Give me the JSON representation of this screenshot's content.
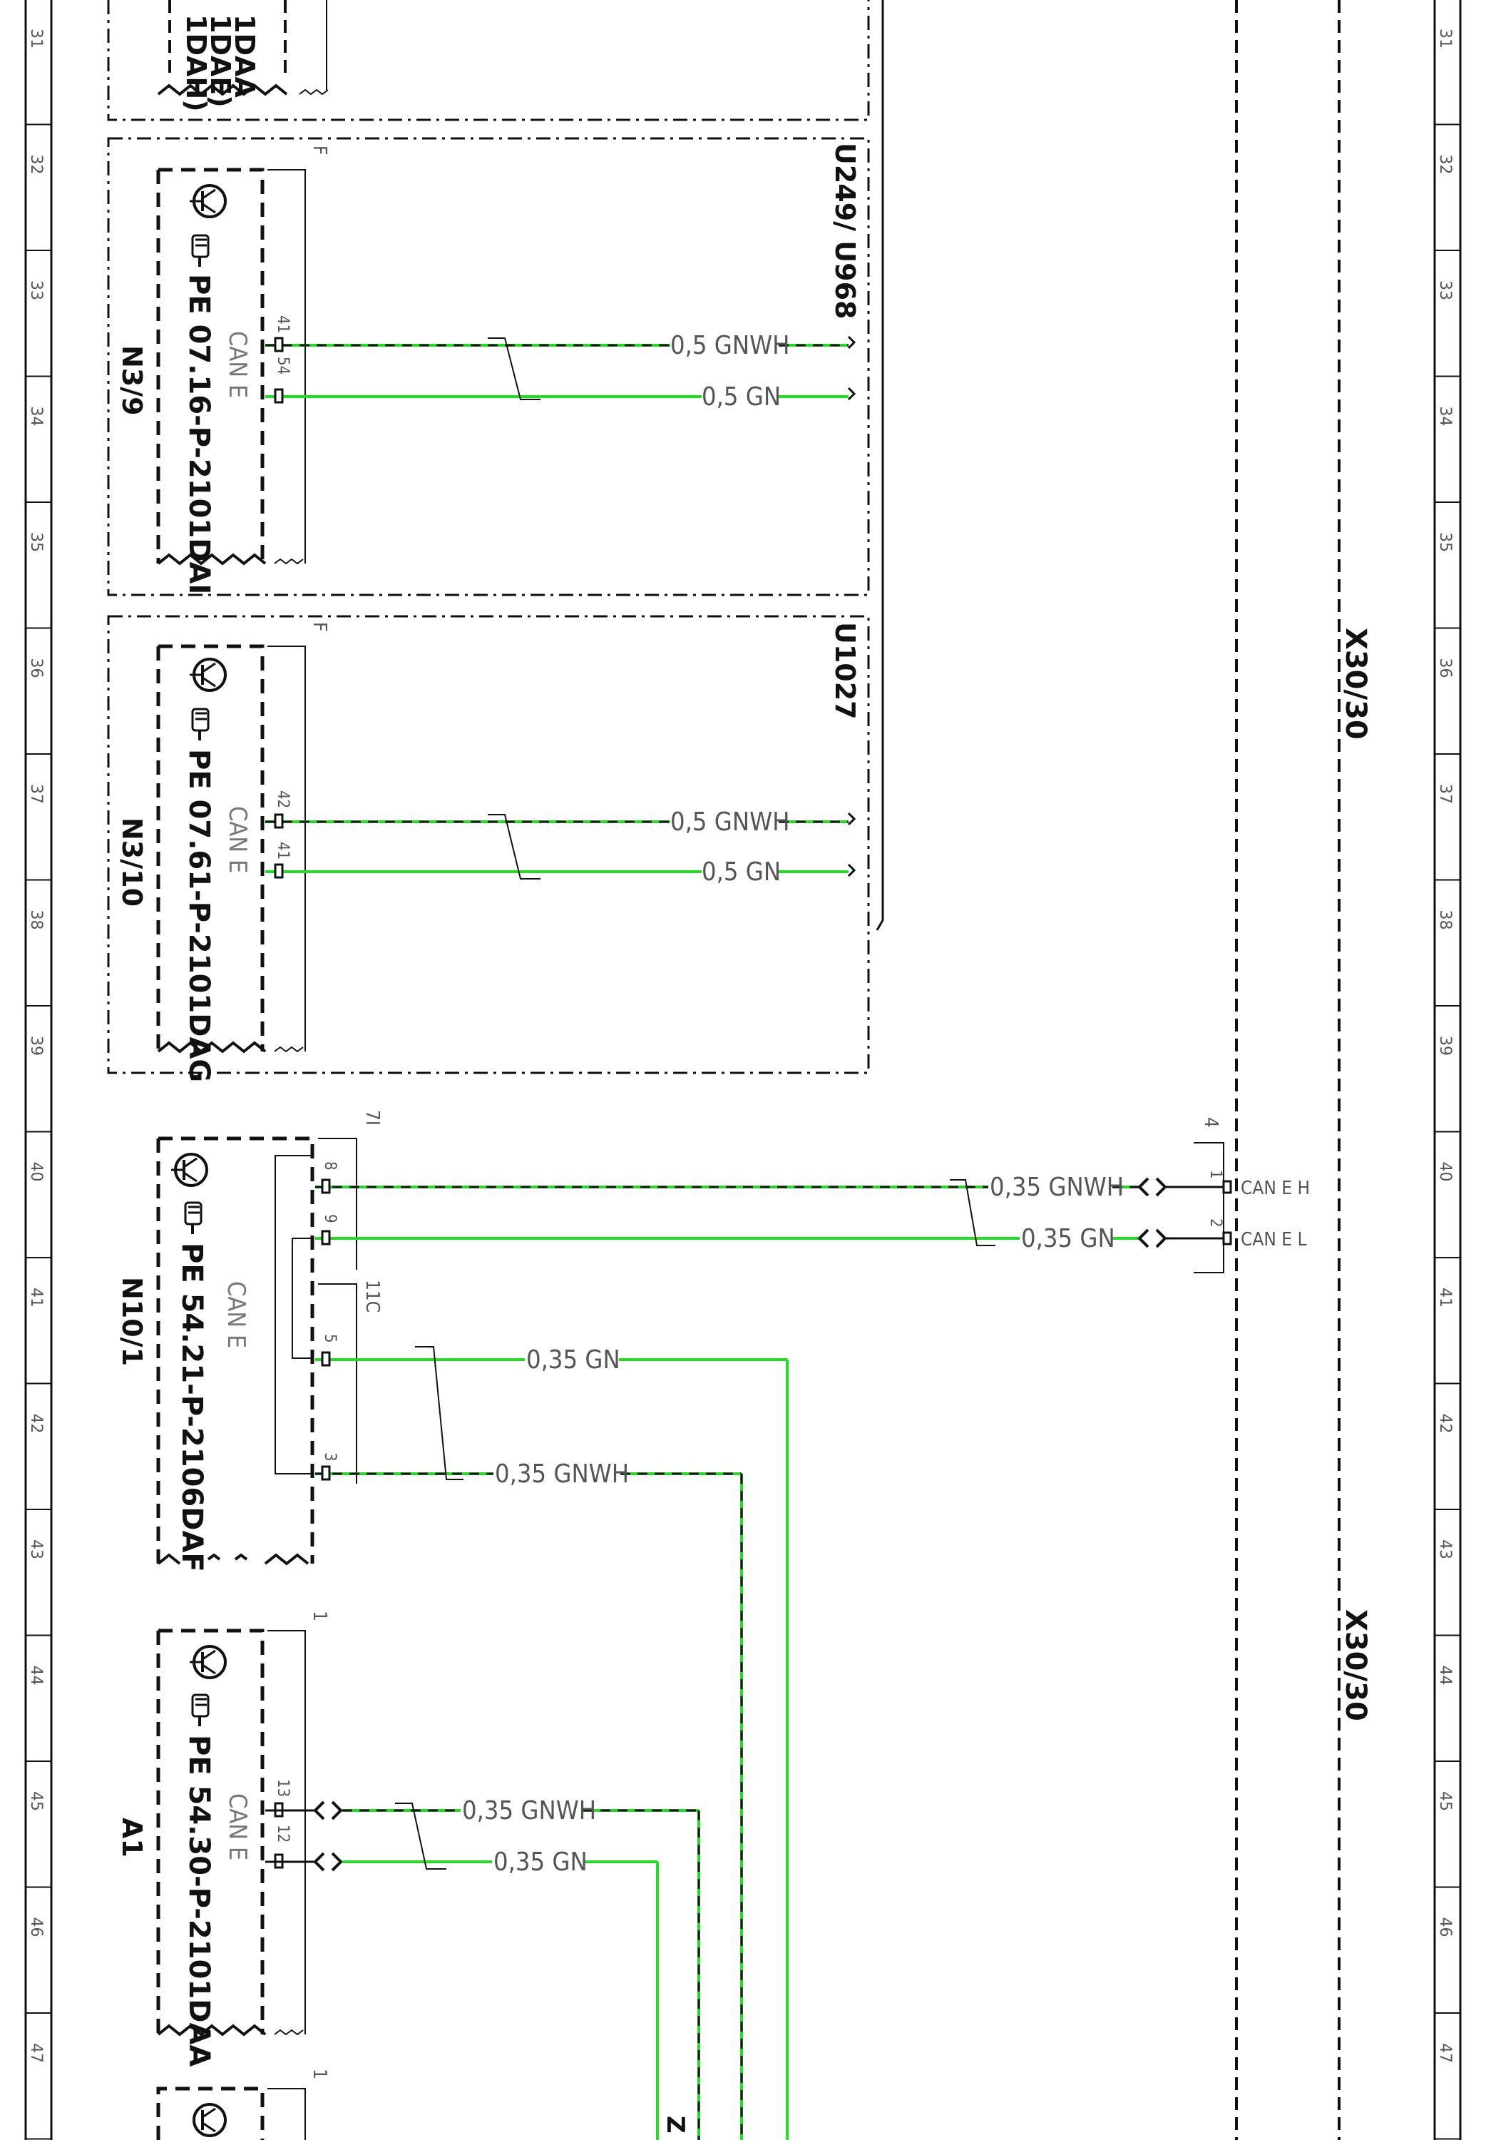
{
  "ruler": {
    "left_numbers": [
      "31",
      "32",
      "33",
      "34",
      "35",
      "36",
      "37",
      "38",
      "39",
      "40",
      "41",
      "42",
      "43",
      "44",
      "45",
      "46",
      "47"
    ],
    "right_numbers": [
      "31",
      "32",
      "33",
      "34",
      "35",
      "36",
      "37",
      "38",
      "39",
      "40",
      "41",
      "42",
      "43",
      "44",
      "45",
      "46",
      "47"
    ]
  },
  "top_partial_module": {
    "codes": [
      "1DAA",
      "1DAE)",
      "1DAH)"
    ]
  },
  "modules": {
    "n3_9": {
      "designation": "N3/9",
      "reference": "PE 07.16-P-2101DAI",
      "bus": "CAN E",
      "pin_upper": "41",
      "pin_lower": "54",
      "corner_letter": "F",
      "variant_codes": "U249/ U968",
      "wire_upper_label": "0,5 GNWH",
      "wire_lower_label": "0,5 GN"
    },
    "n3_10": {
      "designation": "N3/10",
      "reference": "PE 07.61-P-2101DAG",
      "bus": "CAN E",
      "pin_upper": "42",
      "pin_lower": "41",
      "corner_letter": "F",
      "variant_codes": "U1027",
      "wire_upper_label": "0,5 GNWH",
      "wire_lower_label": "0,5 GN"
    },
    "n10_1": {
      "designation": "N10/1",
      "reference": "PE 54.21-P-2106DAF",
      "bus": "CAN E",
      "connector_top": "7I",
      "connector_mid": "11C",
      "pin_8": "8",
      "pin_9": "9",
      "pin_5": "5",
      "pin_3": "3",
      "wire_8_label": "0,35 GNWH",
      "wire_9_label": "0,35 GN",
      "wire_5_label": "0,35 GN",
      "wire_3_label": "0,35 GNWH"
    },
    "a1": {
      "designation": "A1",
      "reference": "PE 54.30-P-2101DAA",
      "bus": "CAN E",
      "connector": "1",
      "pin_upper": "13",
      "pin_lower": "12",
      "wire_upper_label": "0,35 GNWH",
      "wire_lower_label": "0,35 GN"
    },
    "bottom_partial": {
      "connector": "1",
      "wire_marker": "Z"
    }
  },
  "distributor": {
    "name_upper": "X30/30",
    "name_lower": "X30/30",
    "connector": "4",
    "pin_1": "1",
    "pin_2": "2",
    "signal_1": "CAN E H",
    "signal_2": "CAN E L"
  },
  "colors": {
    "wire_green": "#22dd22",
    "ink": "#111111",
    "grey_text": "#555555"
  }
}
